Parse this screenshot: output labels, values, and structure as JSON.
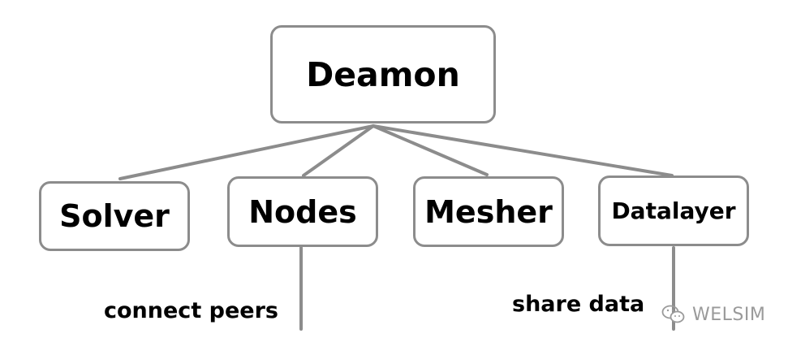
{
  "colors": {
    "line": "#8c8c8c",
    "box_border": "#8c8c8c",
    "text": "#000000",
    "watermark": "#9a9a9a"
  },
  "nodes": {
    "deamon": "Deamon",
    "solver": "Solver",
    "nodes": "Nodes",
    "mesher": "Mesher",
    "datalayer": "Datalayer"
  },
  "labels": {
    "connect_peers": "connect peers",
    "share_data": "share data"
  },
  "watermark": {
    "icon": "wechat-icon",
    "text": "WELSIM"
  }
}
